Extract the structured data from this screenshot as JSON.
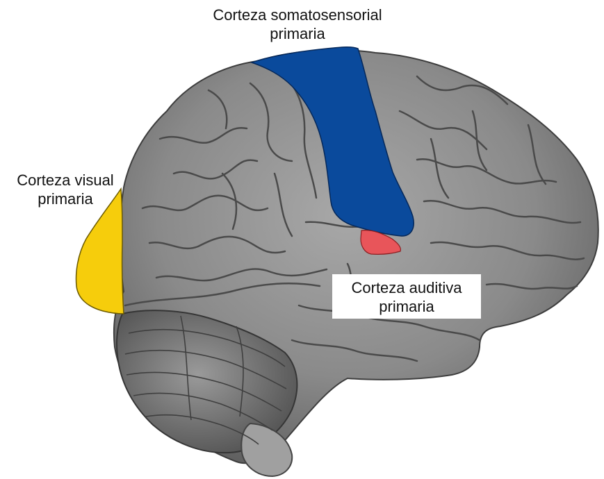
{
  "labels": {
    "somatosensory": {
      "line1": "Corteza somatosensorial",
      "line2": "primaria"
    },
    "visual": {
      "line1": "Corteza visual",
      "line2": "primaria"
    },
    "auditory": {
      "line1": "Corteza auditiva",
      "line2": "primaria"
    }
  },
  "colors": {
    "somatosensory": "#0a4a9c",
    "visual": "#f6cd0c",
    "auditory": "#e8555a",
    "cortex": "#8f8f8f",
    "cerebellum": "#7c7c7c"
  }
}
